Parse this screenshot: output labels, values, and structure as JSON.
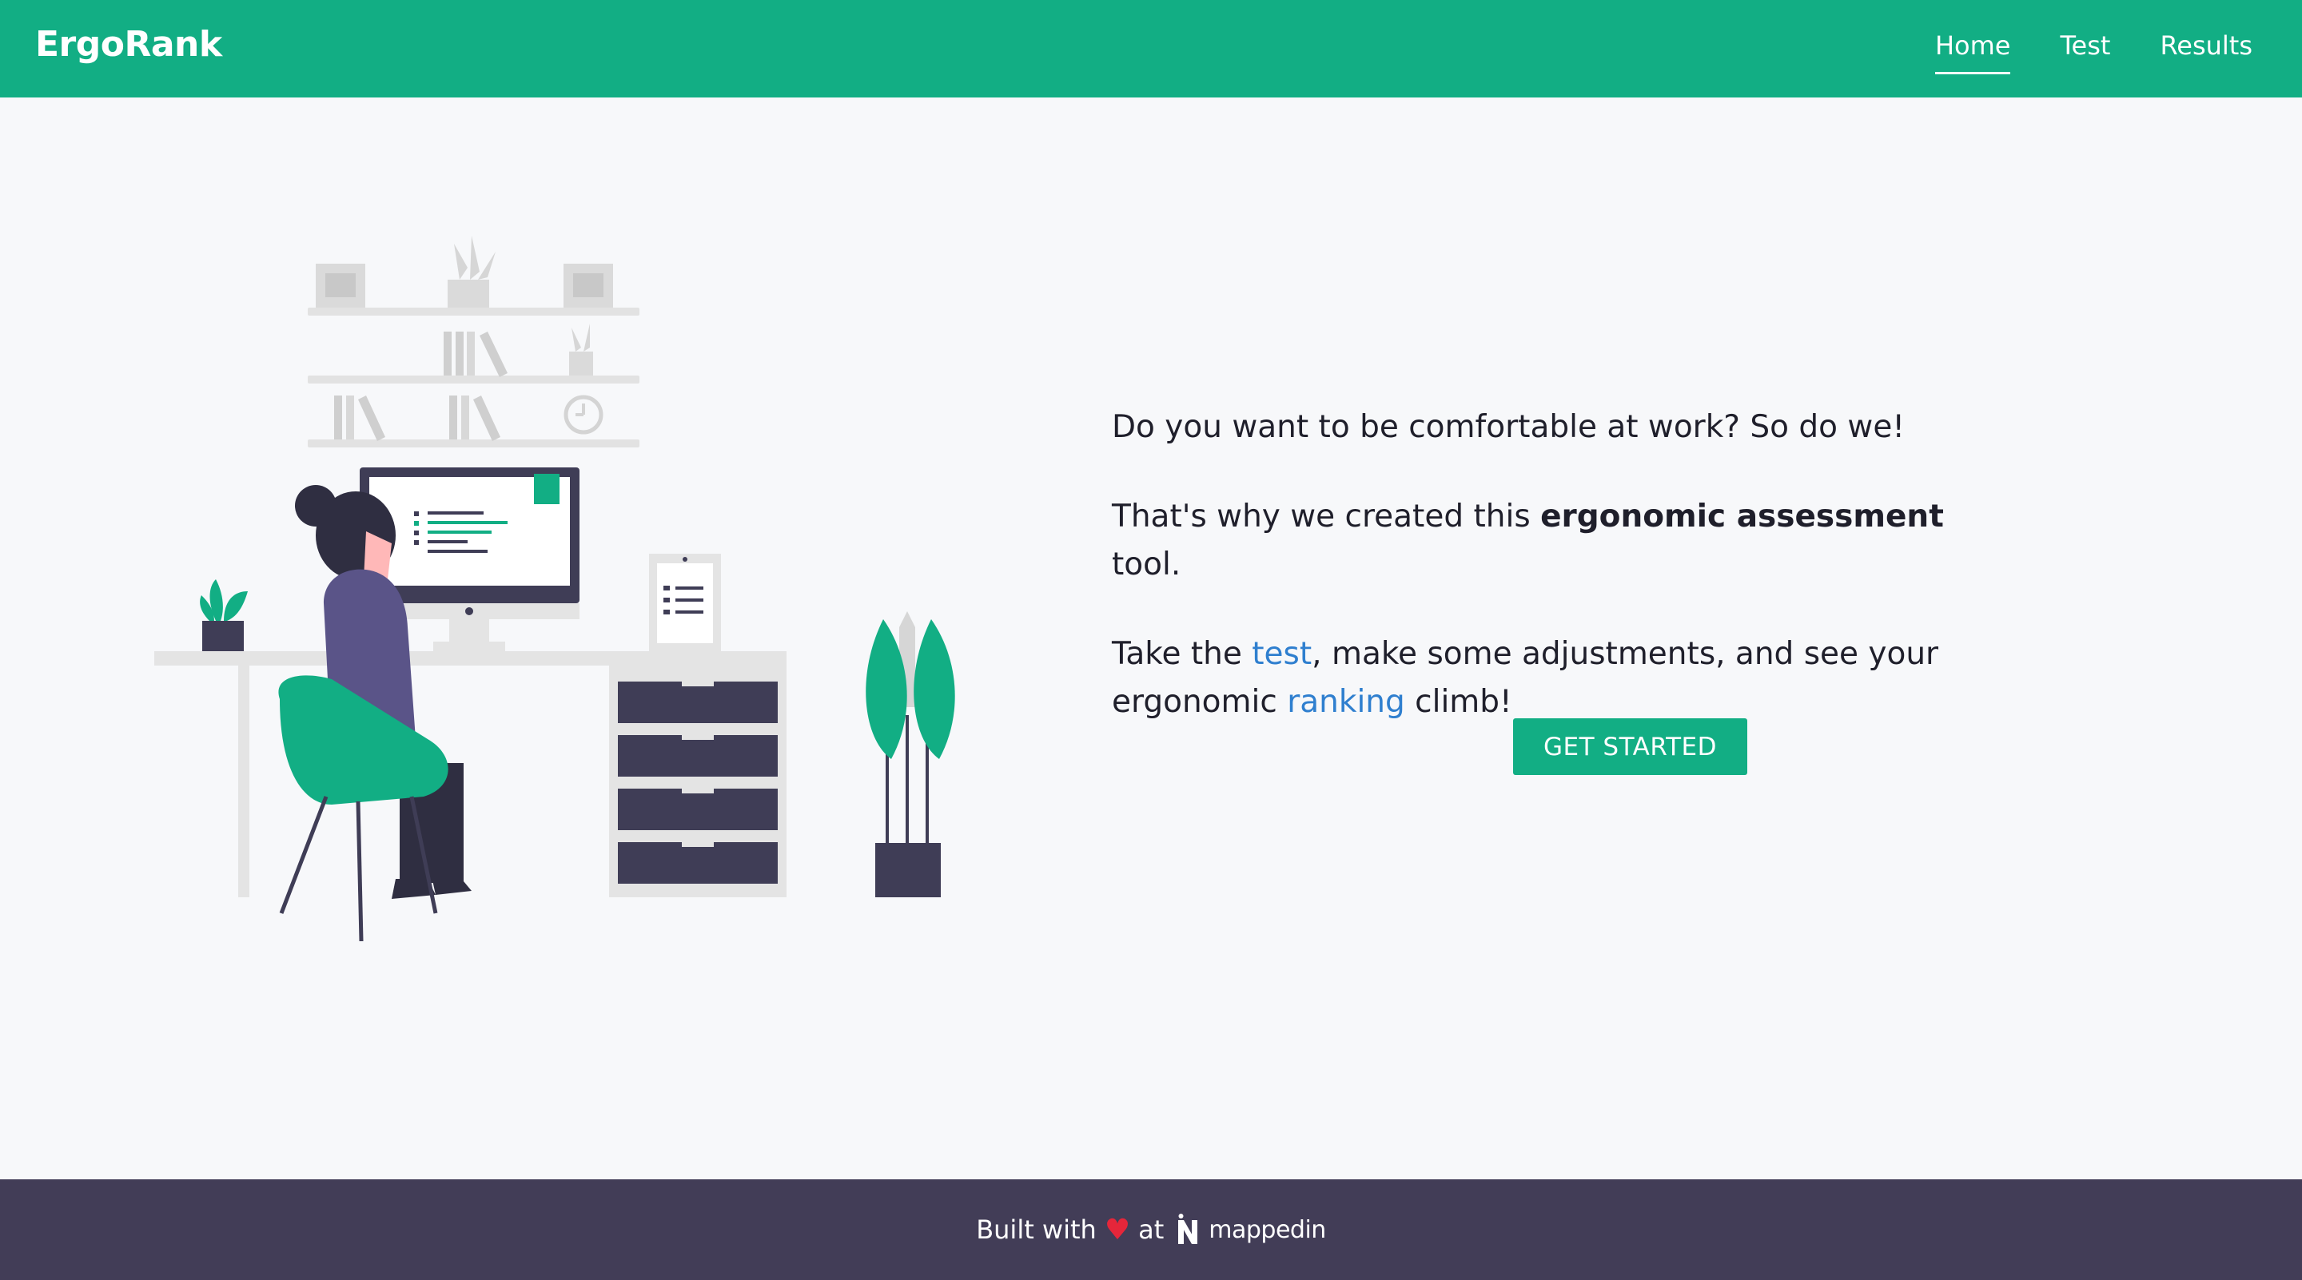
{
  "app": {
    "brand": "ErgoRank"
  },
  "nav": {
    "items": [
      {
        "label": "Home",
        "active": true
      },
      {
        "label": "Test",
        "active": false
      },
      {
        "label": "Results",
        "active": false
      }
    ]
  },
  "hero": {
    "line1": "Do you want to be comfortable at work? So do we!",
    "line2_prefix": "That's why we created this ",
    "line2_bold": "ergonomic assessment",
    "line2_suffix": " tool.",
    "line3_prefix": "Take the ",
    "line3_link1": "test",
    "line3_mid": ", make some adjustments, and see your ergonomic ",
    "line3_link2": "ranking",
    "line3_suffix": " climb!",
    "cta_label": "GET STARTED"
  },
  "footer": {
    "built_with": "Built with",
    "heart_icon": "heart-icon",
    "at": "at",
    "logo_text": "mappedin"
  },
  "colors": {
    "primary": "#12ae84",
    "footer_bg": "#423d57",
    "link": "#2f7fcf",
    "heart": "#e5263a",
    "page_bg": "#f7f8fa"
  }
}
